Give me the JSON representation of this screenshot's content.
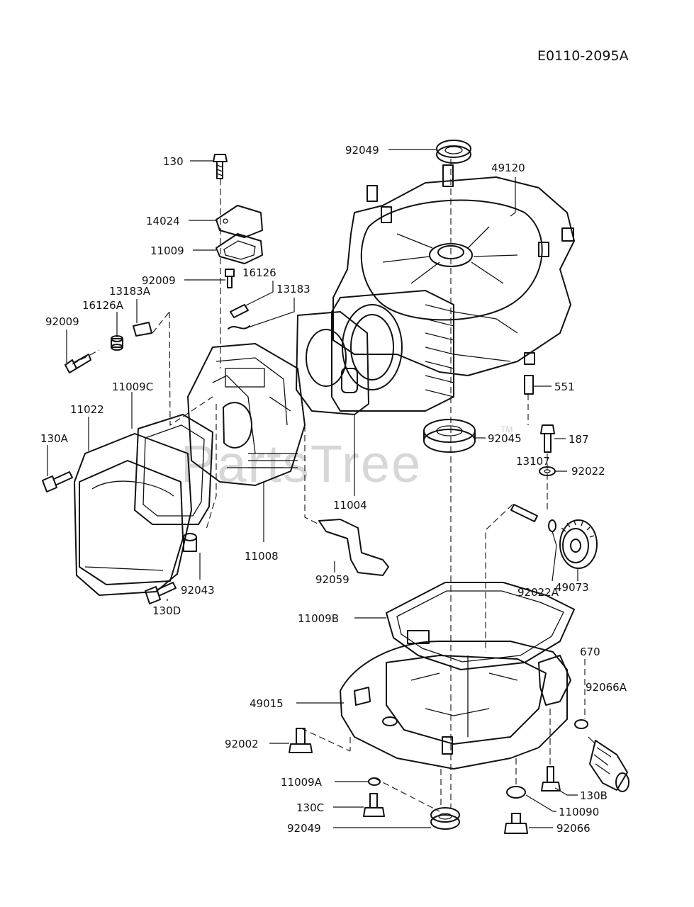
{
  "diagram_code": "E0110-2095A",
  "watermark": "PartsTree",
  "watermark_tm": "TM",
  "parts": {
    "p130": "130",
    "p14024": "14024",
    "p11009": "11009",
    "p92009_top": "92009",
    "p16126": "16126",
    "p13183A": "13183A",
    "p13183": "13183",
    "p16126A": "16126A",
    "p92009_left": "92009",
    "p11009C": "11009C",
    "p11022": "11022",
    "p130A": "130A",
    "p11008": "11008",
    "p92043": "92043",
    "p130D": "130D",
    "p11004": "11004",
    "p92059": "92059",
    "p92049_top": "92049",
    "p49120": "49120",
    "p551": "551",
    "p92045": "92045",
    "p187": "187",
    "p13107": "13107",
    "p92022": "92022",
    "p92022A": "92022A",
    "p49073": "49073",
    "p11009B": "11009B",
    "p670": "670",
    "p92066A": "92066A",
    "p49015": "49015",
    "p92002": "92002",
    "p11009A": "11009A",
    "p130B": "130B",
    "p130C": "130C",
    "p110090": "110090",
    "p92049_bottom": "92049",
    "p92066": "92066"
  }
}
